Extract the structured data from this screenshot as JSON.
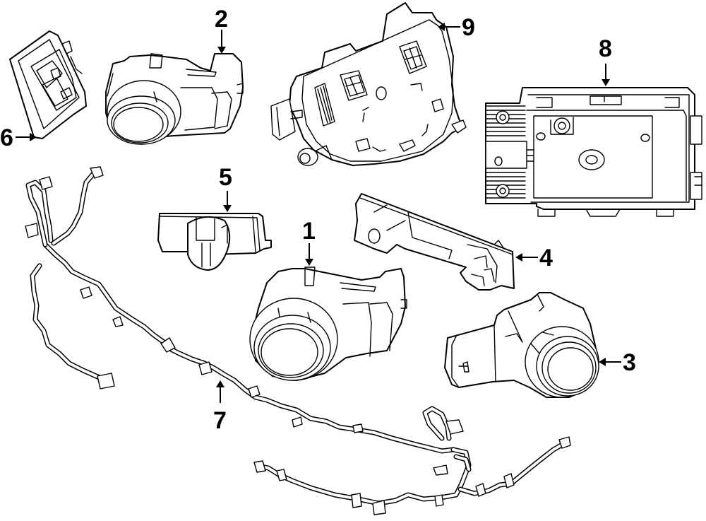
{
  "diagram": {
    "type": "exploded-parts-diagram",
    "background": "#ffffff",
    "line_color": "#000000",
    "callouts": [
      {
        "number": "1",
        "part": "parking-sensor-center"
      },
      {
        "number": "2",
        "part": "parking-sensor-upper-left"
      },
      {
        "number": "3",
        "part": "parking-sensor-right"
      },
      {
        "number": "4",
        "part": "sensor-bracket-long"
      },
      {
        "number": "5",
        "part": "sensor-retainer-clip"
      },
      {
        "number": "6",
        "part": "sensor-bezel-frame"
      },
      {
        "number": "7",
        "part": "wiring-harness"
      },
      {
        "number": "8",
        "part": "control-module"
      },
      {
        "number": "9",
        "part": "switch-panel-module"
      }
    ]
  }
}
